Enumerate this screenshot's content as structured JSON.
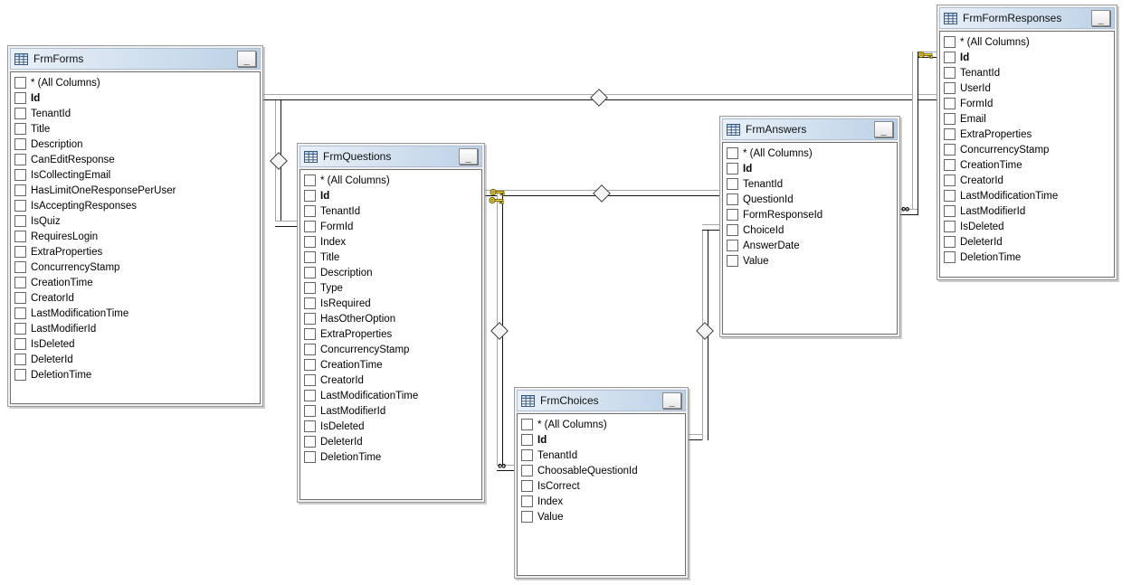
{
  "icons": {
    "minimize_glyph": "_",
    "many_glyph": "∞"
  },
  "colors": {
    "canvas": "#ffffff",
    "titlebar_from": "#e9f0f8",
    "titlebar_to": "#bcd1e6",
    "key_fill": "#ffdf3e",
    "line_dark": "#141414",
    "line_light": "#a8a8a8"
  },
  "tables": [
    {
      "title": "FrmForms",
      "columns": [
        {
          "label": "* (All Columns)"
        },
        {
          "label": "Id",
          "pk": true
        },
        {
          "label": "TenantId"
        },
        {
          "label": "Title"
        },
        {
          "label": "Description"
        },
        {
          "label": "CanEditResponse"
        },
        {
          "label": "IsCollectingEmail"
        },
        {
          "label": "HasLimitOneResponsePerUser"
        },
        {
          "label": "IsAcceptingResponses"
        },
        {
          "label": "IsQuiz"
        },
        {
          "label": "RequiresLogin"
        },
        {
          "label": "ExtraProperties"
        },
        {
          "label": "ConcurrencyStamp"
        },
        {
          "label": "CreationTime"
        },
        {
          "label": "CreatorId"
        },
        {
          "label": "LastModificationTime"
        },
        {
          "label": "LastModifierId"
        },
        {
          "label": "IsDeleted"
        },
        {
          "label": "DeleterId"
        },
        {
          "label": "DeletionTime"
        }
      ]
    },
    {
      "title": "FrmQuestions",
      "columns": [
        {
          "label": "* (All Columns)"
        },
        {
          "label": "Id",
          "pk": true
        },
        {
          "label": "TenantId"
        },
        {
          "label": "FormId"
        },
        {
          "label": "Index"
        },
        {
          "label": "Title"
        },
        {
          "label": "Description"
        },
        {
          "label": "Type"
        },
        {
          "label": "IsRequired"
        },
        {
          "label": "HasOtherOption"
        },
        {
          "label": "ExtraProperties"
        },
        {
          "label": "ConcurrencyStamp"
        },
        {
          "label": "CreationTime"
        },
        {
          "label": "CreatorId"
        },
        {
          "label": "LastModificationTime"
        },
        {
          "label": "LastModifierId"
        },
        {
          "label": "IsDeleted"
        },
        {
          "label": "DeleterId"
        },
        {
          "label": "DeletionTime"
        }
      ]
    },
    {
      "title": "FrmAnswers",
      "columns": [
        {
          "label": "* (All Columns)"
        },
        {
          "label": "Id",
          "pk": true
        },
        {
          "label": "TenantId"
        },
        {
          "label": "QuestionId"
        },
        {
          "label": "FormResponseId"
        },
        {
          "label": "ChoiceId"
        },
        {
          "label": "AnswerDate"
        },
        {
          "label": "Value"
        }
      ]
    },
    {
      "title": "FrmChoices",
      "columns": [
        {
          "label": "* (All Columns)"
        },
        {
          "label": "Id",
          "pk": true
        },
        {
          "label": "TenantId"
        },
        {
          "label": "ChoosableQuestionId"
        },
        {
          "label": "IsCorrect"
        },
        {
          "label": "Index"
        },
        {
          "label": "Value"
        }
      ]
    },
    {
      "title": "FrmFormResponses",
      "columns": [
        {
          "label": "* (All Columns)"
        },
        {
          "label": "Id",
          "pk": true
        },
        {
          "label": "TenantId"
        },
        {
          "label": "UserId"
        },
        {
          "label": "FormId"
        },
        {
          "label": "Email"
        },
        {
          "label": "ExtraProperties"
        },
        {
          "label": "ConcurrencyStamp"
        },
        {
          "label": "CreationTime"
        },
        {
          "label": "CreatorId"
        },
        {
          "label": "LastModificationTime"
        },
        {
          "label": "LastModifierId"
        },
        {
          "label": "IsDeleted"
        },
        {
          "label": "DeleterId"
        },
        {
          "label": "DeletionTime"
        }
      ]
    }
  ],
  "relations": [
    {
      "from": "FrmForms.Id",
      "to": "FrmQuestions.FormId",
      "join": "inner"
    },
    {
      "from": "FrmForms.Id",
      "to": "FrmFormResponses.FormId",
      "join": "inner"
    },
    {
      "from": "FrmQuestions.Id",
      "to": "FrmAnswers.QuestionId",
      "join": "inner"
    },
    {
      "from": "FrmQuestions.Id",
      "to": "FrmChoices.ChoosableQuestionId",
      "join": "inner"
    },
    {
      "from": "FrmChoices.Id",
      "to": "FrmAnswers.ChoiceId",
      "join": "inner"
    },
    {
      "from": "FrmFormResponses.Id",
      "to": "FrmAnswers.FormResponseId",
      "join": "inner"
    }
  ]
}
